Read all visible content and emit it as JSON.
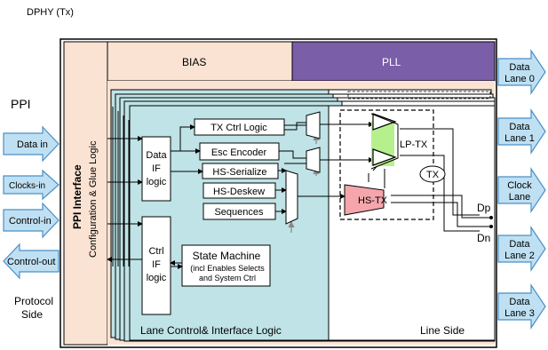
{
  "title": "DPHY (Tx)",
  "left": {
    "ppi": "PPI",
    "arrows": [
      "Data in",
      "Clocks-in",
      "Control-in",
      "Control-out"
    ],
    "protocol_side": [
      "Protocol",
      "Side"
    ]
  },
  "ppi_interface": {
    "title": "PPI Interface",
    "subtitle": "Configuration & Glue Logic"
  },
  "top": {
    "bias": "BIAS",
    "pll": "PLL"
  },
  "blocks": {
    "data_if": [
      "Data",
      "IF",
      "logic"
    ],
    "ctrl_if": [
      "Ctrl",
      "IF",
      "logic"
    ],
    "tx_ctrl": "TX Ctrl Logic",
    "esc_enc": "Esc Encoder",
    "hs_serialize": "HS-Serialize",
    "hs_deskew": "HS-Deskew",
    "sequences": "Sequences",
    "state_machine": [
      "State Machine",
      "(incl Enables Selects",
      "and System Ctrl"
    ],
    "lp_tx": "LP-TX",
    "tx": "TX",
    "hs_tx": "HS-TX",
    "dp": "Dp",
    "dn": "Dn"
  },
  "bottom": {
    "lane_control": "Lane Control& Interface Logic",
    "line_side": "Line Side"
  },
  "lanes": [
    [
      "Data",
      "Lane 0"
    ],
    [
      "Data",
      "Lane 1"
    ],
    [
      "Clock",
      "Lane"
    ],
    [
      "Data",
      "Lane 2"
    ],
    [
      "Data",
      "Lane 3"
    ]
  ],
  "colors": {
    "ppi_fill": "#fbe3d3",
    "bias_fill": "#fbe3d3",
    "pll_fill": "#7a5ea8",
    "lane_fill": "#bfe3e6",
    "arrow_fill": "#bfe0f2",
    "arrow_stroke": "#4a8fc8",
    "hs_tx_fill": "#f4a6ac",
    "lp_fill": "#b6f08c"
  }
}
